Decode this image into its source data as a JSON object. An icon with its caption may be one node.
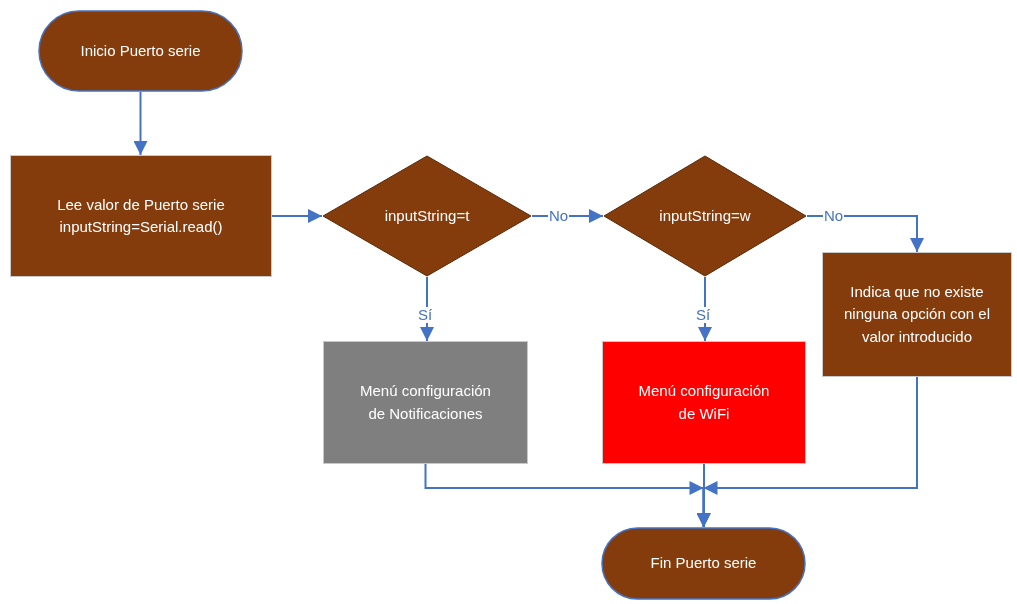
{
  "diagram": {
    "nodes": [
      {
        "text": [
          "Inicio Puerto serie"
        ]
      },
      {
        "text": [
          "Lee valor de Puerto serie inputString=Serial.read()"
        ]
      },
      {
        "text": [
          "inputString=t"
        ]
      },
      {
        "text": [
          "inputString=w"
        ]
      },
      {
        "text": [
          "Indica que no existe ninguna opción con el valor introducido"
        ]
      },
      {
        "text": [
          "Menú configuración de Notificaciones"
        ]
      },
      {
        "text": [
          "Menú configuración de WiFi"
        ]
      },
      {
        "text": [
          "Fin Puerto serie"
        ]
      }
    ],
    "edges": [
      {
        "from": 0,
        "to": 1,
        "arrow": "to"
      },
      {
        "from": 1,
        "to": 2,
        "arrow": "to"
      },
      {
        "from": 2,
        "to": 3,
        "arrow": "to",
        "label": "No"
      },
      {
        "from": 3,
        "to": 4,
        "arrow": "to",
        "label": "No"
      },
      {
        "from": 2,
        "to": 5,
        "arrow": "to",
        "label": "Sí"
      },
      {
        "from": 3,
        "to": 6,
        "arrow": "to",
        "label": "Sí"
      },
      {
        "from": 5,
        "to": 7,
        "arrow": "to"
      },
      {
        "from": 6,
        "to": 7,
        "arrow": "to"
      },
      {
        "from": 4,
        "to": 7,
        "arrow": "to"
      }
    ]
  }
}
